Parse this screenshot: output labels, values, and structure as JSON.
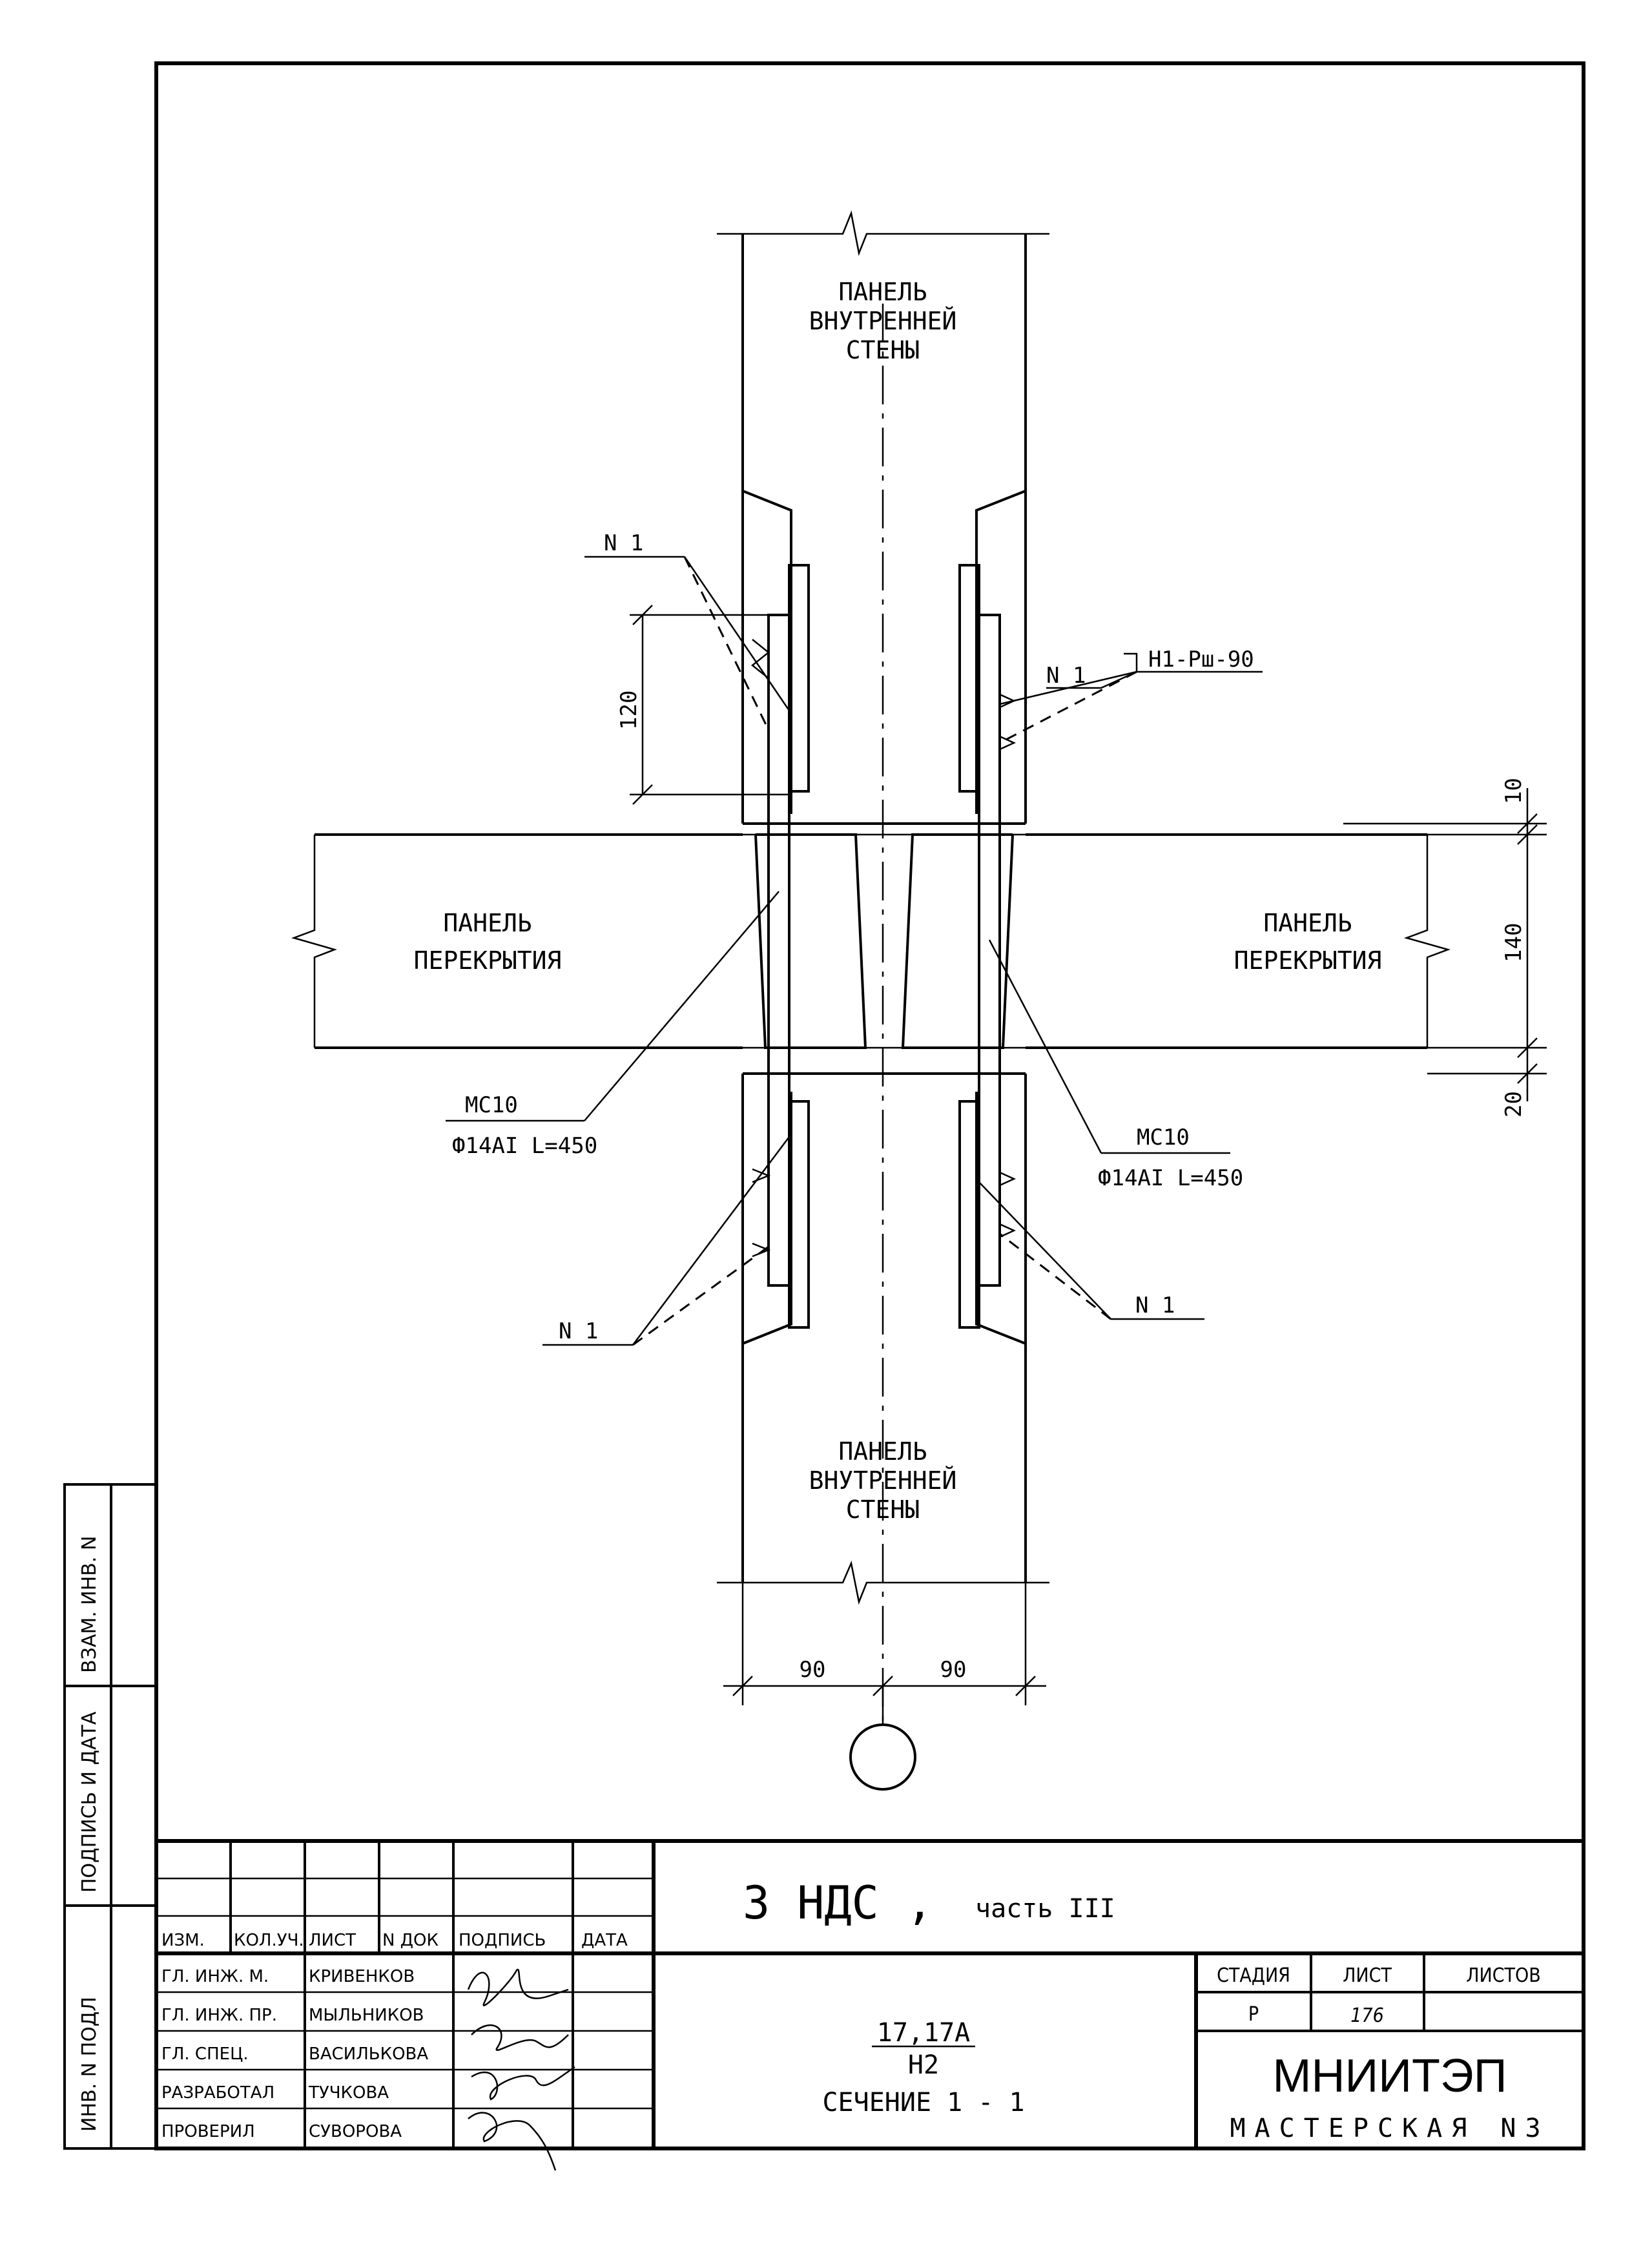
{
  "drawing": {
    "wall_panel_label": [
      "ПАНЕЛЬ",
      "ВНУТРЕННЕЙ",
      "СТЕНЫ"
    ],
    "floor_panel_label": [
      "ПАНЕЛЬ",
      "ПЕРЕКРЫТИЯ"
    ],
    "callout_n1": "N 1",
    "callout_weld": "Н1-Рш-90",
    "rebar_mark": "МС10",
    "rebar_spec": "Ф14АI L=450",
    "dim_120": "120",
    "dim_10": "10",
    "dim_140": "140",
    "dim_20": "20",
    "dim_90_left": "90",
    "dim_90_right": "90"
  },
  "side_stamp": {
    "cell_1": "ВЗАМ. ИНВ. N",
    "cell_2": "ПОДПИСЬ И ДАТА",
    "cell_3": "ИНВ. N ПОДЛ"
  },
  "title_block": {
    "project": "3 НДС ,",
    "part": "часть III",
    "headers": [
      "ИЗМ.",
      "КОЛ.УЧ.",
      "ЛИСТ",
      "N ДОК",
      "ПОДПИСЬ",
      "ДАТА"
    ],
    "roles": [
      {
        "role": "ГЛ. ИНЖ. М.",
        "name": "КРИВЕНКОВ"
      },
      {
        "role": "ГЛ. ИНЖ. ПР.",
        "name": "МЫЛЬНИКОВ"
      },
      {
        "role": "ГЛ. СПЕЦ.",
        "name": "ВАСИЛЬКОВА"
      },
      {
        "role": "РАЗРАБОТАЛ",
        "name": "ТУЧКОВА"
      },
      {
        "role": "ПРОВЕРИЛ",
        "name": "СУВОРОВА"
      }
    ],
    "series": "17,17А",
    "node": "Н2",
    "section": "СЕЧЕНИЕ 1 - 1",
    "stage_label": "СТАДИЯ",
    "sheet_label": "ЛИСТ",
    "sheets_label": "ЛИСТОВ",
    "stage_value": "Р",
    "sheet_value": "176",
    "sheets_value": "",
    "organization": "МНИИТЭП",
    "workshop": "МАСТЕРСКАЯ N3"
  }
}
